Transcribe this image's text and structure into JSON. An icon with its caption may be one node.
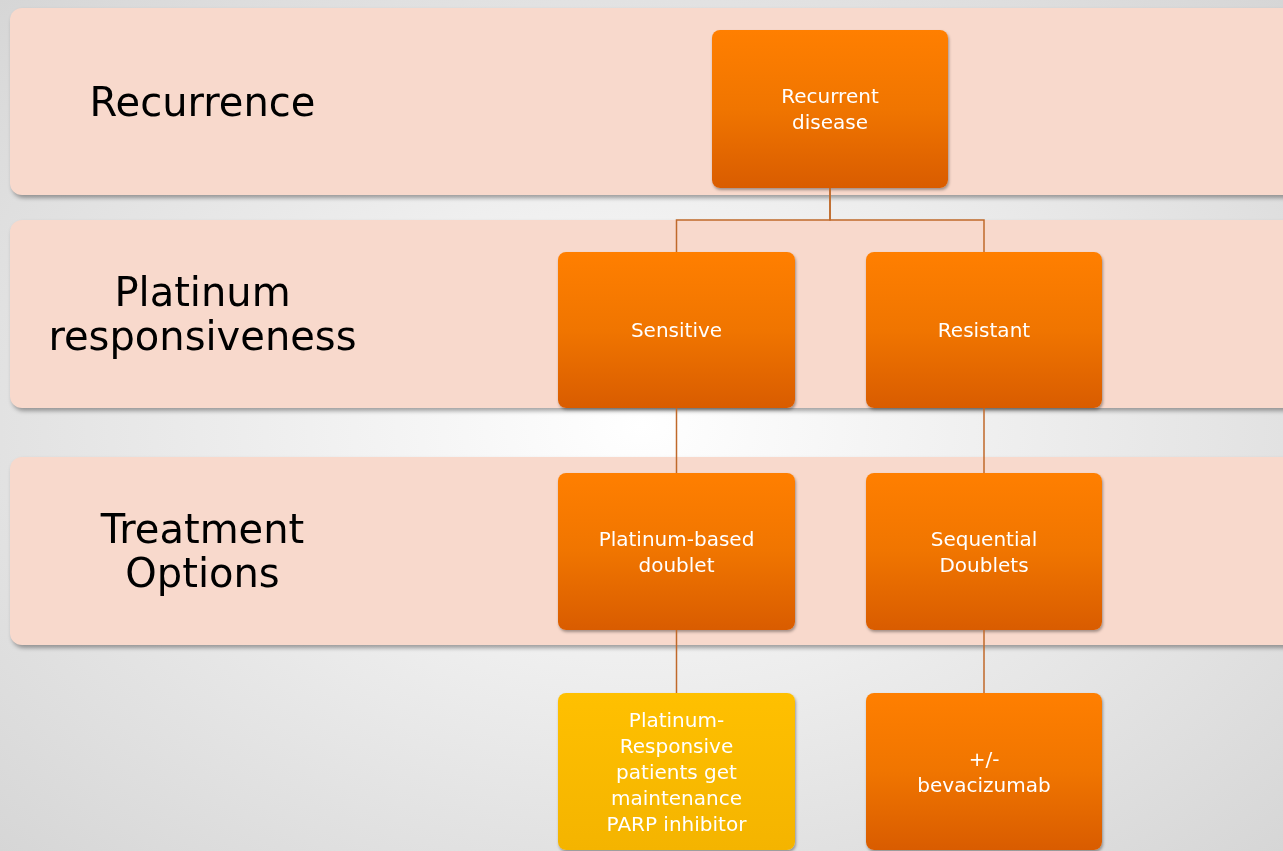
{
  "diagram": {
    "nodes": [
      {
        "text": [
          "Recurrence"
        ]
      },
      {
        "text": [
          "Recurrent disease"
        ],
        "in": 0
      },
      {
        "text": [
          "Platinum responsiveness"
        ]
      },
      {
        "text": [
          "Sensitive"
        ],
        "in": 2
      },
      {
        "text": [
          "Resistant"
        ],
        "in": 2
      },
      {
        "text": [
          "Treatment Options"
        ]
      },
      {
        "text": [
          "Platinum-based doublet"
        ],
        "in": 5
      },
      {
        "text": [
          "Sequential Doublets"
        ],
        "in": 5
      },
      {
        "text": [
          "Platinum-Responsive patients get maintenance PARP inhibitor"
        ]
      },
      {
        "text": [
          "+/- bevacizumab"
        ]
      }
    ],
    "edges": [
      {
        "from": 1,
        "to": 3,
        "arrow": "none"
      },
      {
        "from": 1,
        "to": 4,
        "arrow": "none"
      },
      {
        "from": 3,
        "to": 6,
        "arrow": "none"
      },
      {
        "from": 4,
        "to": 7,
        "arrow": "none"
      },
      {
        "from": 6,
        "to": 8,
        "arrow": "none"
      },
      {
        "from": 7,
        "to": 9,
        "arrow": "none"
      }
    ]
  }
}
